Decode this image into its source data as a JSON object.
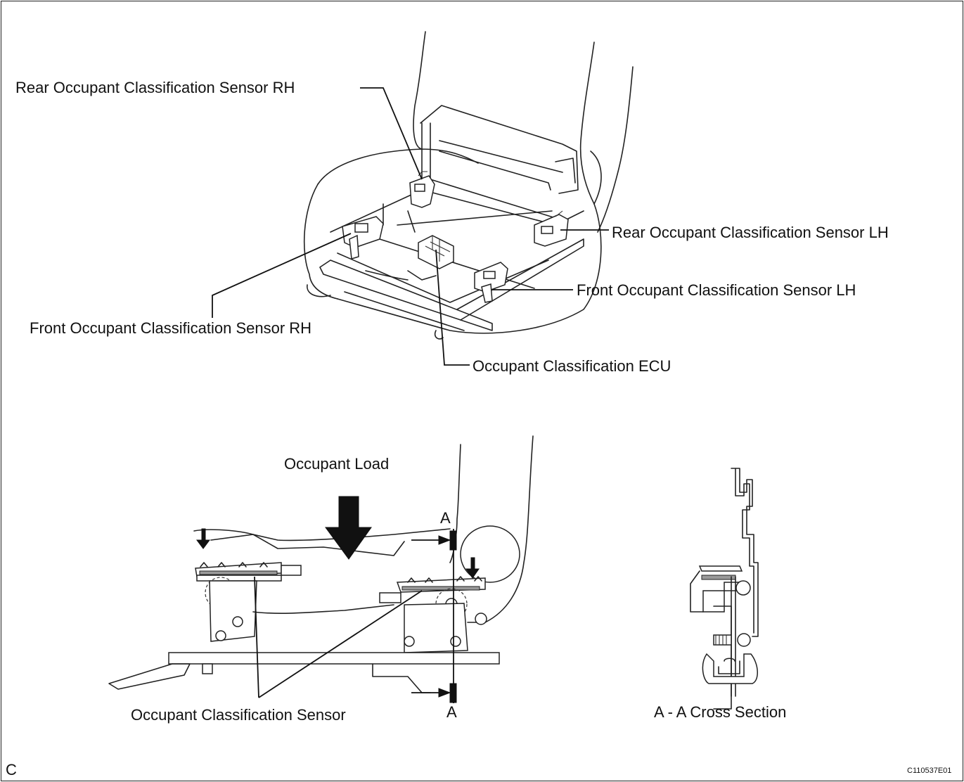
{
  "labels": {
    "rear_sensor_rh": "Rear Occupant Classification Sensor RH",
    "rear_sensor_lh": "Rear Occupant Classification Sensor LH",
    "front_sensor_lh": "Front Occupant Classification Sensor LH",
    "front_sensor_rh": "Front Occupant Classification Sensor RH",
    "ecu": "Occupant Classification ECU",
    "occupant_load": "Occupant Load",
    "section_a_top": "A",
    "section_a_bottom": "A",
    "occupant_sensor": "Occupant Classification Sensor",
    "cross_section": "A - A Cross Section",
    "corner_letter": "C",
    "figure_code": "C110537E01"
  },
  "icons": [
    "down-arrow-icon",
    "section-arrow-icon"
  ]
}
